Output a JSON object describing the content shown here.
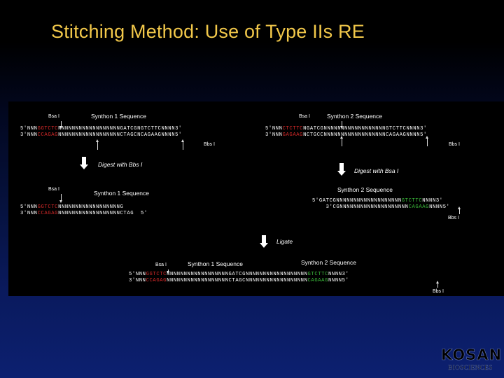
{
  "title": "Stitching Method:  Use of Type IIs RE",
  "panel": {
    "top_left": {
      "enzyme_label": "Bsa I",
      "heading": "Synthon 1 Sequence",
      "seq": [
        [
          [
            "5'NNN",
            ""
          ],
          [
            "GGTCTC",
            "r"
          ],
          [
            "NNNNNNNNNNNNNNNNNNGATCGNGTCTTCNNNN3'",
            ""
          ]
        ],
        [
          [
            "3'NNN",
            ""
          ],
          [
            "CCAGAG",
            "r"
          ],
          [
            "NNNNNNNNNNNNNNNNNNCTAGCNCAGAAGNNNN5'",
            ""
          ]
        ]
      ],
      "enzyme_label2": "Bbs I"
    },
    "top_right": {
      "enzyme_label": "Bsa I",
      "heading": "Synthon 2  Sequence",
      "seq": [
        [
          [
            "5'NNN",
            ""
          ],
          [
            "CTCTTC",
            "r"
          ],
          [
            "NGATCGNNNNNNNNNNNNNNNNNNGTCTTCNNNN3'",
            ""
          ]
        ],
        [
          [
            "3'NNN",
            ""
          ],
          [
            "GAGAAG",
            "r"
          ],
          [
            "NCTGCCNNNNNNNNNNNNNNNNNNCAGAAGNNNN5'",
            ""
          ]
        ]
      ],
      "enzyme_label2": "Bbs I"
    },
    "digest_left": "Digest with Bbs I",
    "digest_right": "Digest with Bsa I",
    "mid_left": {
      "enzyme_label": "Bsa I",
      "heading": "Synthon 1 Sequence",
      "seq": [
        [
          [
            "5'NNN",
            ""
          ],
          [
            "GGTCTC",
            "r"
          ],
          [
            "NNNNNNNNNNNNNNNNNNG",
            ""
          ]
        ],
        [
          [
            "3'NNN",
            ""
          ],
          [
            "CCAGAG",
            "r"
          ],
          [
            "NNNNNNNNNNNNNNNNNNCTAG  5'",
            ""
          ]
        ]
      ]
    },
    "mid_right": {
      "heading": "Synthon 2  Sequence",
      "seq": [
        [
          [
            "5'GATCGNNNNNNNNNNNNNNNNNNN",
            ""
          ],
          [
            "GTCTTC",
            "g"
          ],
          [
            "NNNN3'",
            ""
          ]
        ],
        [
          [
            "    3'CGNNNNNNNNNNNNNNNNNNNN",
            ""
          ],
          [
            "CAGAAG",
            "g"
          ],
          [
            "NNNN5'",
            ""
          ]
        ]
      ],
      "enzyme_label2": "Bbs I"
    },
    "ligate": "Ligate",
    "bottom": {
      "enzyme_label": "Bsa I",
      "heading1": "Synthon 1 Sequence",
      "heading2": "Synthon 2  Sequence",
      "seq": [
        [
          [
            "5'NNN",
            ""
          ],
          [
            "GGTCTC",
            "r"
          ],
          [
            "NNNNNNNNNNNNNNNNNNGATCGNNNNNNNNNNNNNNNNNN",
            ""
          ],
          [
            "GTCTTC",
            "g"
          ],
          [
            "NNNN3'",
            ""
          ]
        ],
        [
          [
            "3'NNN",
            ""
          ],
          [
            "CCAGAG",
            "r"
          ],
          [
            "NNNNNNNNNNNNNNNNNNCTAGCNNNNNNNNNNNNNNNNNN",
            ""
          ],
          [
            "CAGAAG",
            "g"
          ],
          [
            "NNNN5'",
            ""
          ]
        ]
      ],
      "enzyme_label2": "Bbs I"
    }
  },
  "logo": {
    "word": "KOSAN",
    "sub": "BIOSCIENCES"
  }
}
